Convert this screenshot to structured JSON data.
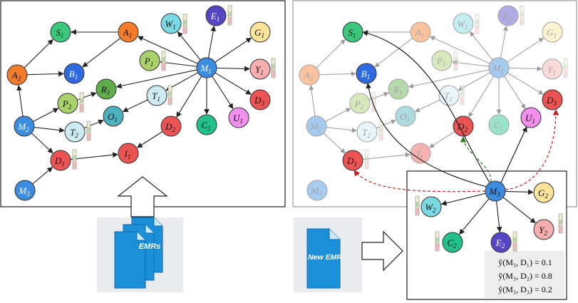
{
  "panels": {
    "left_nodes": [
      {
        "id": "S1",
        "letter": "S",
        "sub": "1",
        "color": "#3cc87c",
        "text": "#111111"
      },
      {
        "id": "A1",
        "letter": "A",
        "sub": "1",
        "color": "#f47c2a",
        "text": "#111111"
      },
      {
        "id": "W1",
        "letter": "W",
        "sub": "1",
        "color": "#7ad9e2",
        "text": "#111111"
      },
      {
        "id": "E1",
        "letter": "E",
        "sub": "1",
        "color": "#5546c4",
        "text": "#ffffff"
      },
      {
        "id": "G1",
        "letter": "G",
        "sub": "1",
        "color": "#fde49a",
        "text": "#111111"
      },
      {
        "id": "A2",
        "letter": "A",
        "sub": "2",
        "color": "#f47c2a",
        "text": "#111111"
      },
      {
        "id": "B1",
        "letter": "B",
        "sub": "1",
        "color": "#2f6ae0",
        "text": "#ffffff"
      },
      {
        "id": "P1",
        "letter": "P",
        "sub": "1",
        "color": "#a9d26a",
        "text": "#111111"
      },
      {
        "id": "M1",
        "letter": "M",
        "sub": "1",
        "color": "#3c8de0",
        "text": "#ffffff"
      },
      {
        "id": "Y1",
        "letter": "Y",
        "sub": "1",
        "color": "#f7aeae",
        "text": "#111111"
      },
      {
        "id": "P2",
        "letter": "P",
        "sub": "2",
        "color": "#a9d26a",
        "text": "#111111"
      },
      {
        "id": "R1",
        "letter": "R",
        "sub": "1",
        "color": "#5eac4a",
        "text": "#111111"
      },
      {
        "id": "T1",
        "letter": "T",
        "sub": "1",
        "color": "#cdebf3",
        "text": "#111111"
      },
      {
        "id": "D3",
        "letter": "D",
        "sub": "3",
        "color": "#ec5454",
        "text": "#111111"
      },
      {
        "id": "M2",
        "letter": "M",
        "sub": "2",
        "color": "#3c8de0",
        "text": "#ffffff"
      },
      {
        "id": "O1",
        "letter": "O",
        "sub": "1",
        "color": "#4cb0bf",
        "text": "#111111"
      },
      {
        "id": "U1",
        "letter": "U",
        "sub": "1",
        "color": "#f090ec",
        "text": "#111111"
      },
      {
        "id": "T2",
        "letter": "T",
        "sub": "2",
        "color": "#cdebf3",
        "text": "#111111"
      },
      {
        "id": "D2",
        "letter": "D",
        "sub": "2",
        "color": "#ec5454",
        "text": "#111111"
      },
      {
        "id": "C1",
        "letter": "C",
        "sub": "1",
        "color": "#22c08c",
        "text": "#111111"
      },
      {
        "id": "D1",
        "letter": "D",
        "sub": "1",
        "color": "#ec5454",
        "text": "#111111"
      },
      {
        "id": "I1",
        "letter": "I",
        "sub": "1",
        "color": "#ec5454",
        "text": "#111111"
      },
      {
        "id": "M3",
        "letter": "M",
        "sub": "3",
        "color": "#3c8de0",
        "text": "#ffffff"
      }
    ],
    "right_new_nodes": [
      {
        "id": "M3n",
        "letter": "M",
        "sub": "3",
        "color": "#3c8de0",
        "text": "#111111"
      },
      {
        "id": "G2",
        "letter": "G",
        "sub": "2",
        "color": "#fde49a",
        "text": "#111111"
      },
      {
        "id": "W2",
        "letter": "W",
        "sub": "2",
        "color": "#7ad9e2",
        "text": "#111111"
      },
      {
        "id": "Y2",
        "letter": "Y",
        "sub": "2",
        "color": "#f7aeae",
        "text": "#111111"
      },
      {
        "id": "C2",
        "letter": "C",
        "sub": "2",
        "color": "#22c08c",
        "text": "#111111"
      },
      {
        "id": "E2",
        "letter": "E",
        "sub": "2",
        "color": "#5546c4",
        "text": "#ffffff"
      }
    ]
  },
  "documents": {
    "emrs_label": "EMRs",
    "new_emr_label": "New EMR"
  },
  "predictions": [
    {
      "lhs": "ŷ(M₃, D₁)",
      "rhs": "= 0.1"
    },
    {
      "lhs": "ŷ(M₃, D₂)",
      "rhs": "= 0.8"
    },
    {
      "lhs": "ŷ(M₃, D₃)",
      "rhs": "= 0.2"
    }
  ]
}
